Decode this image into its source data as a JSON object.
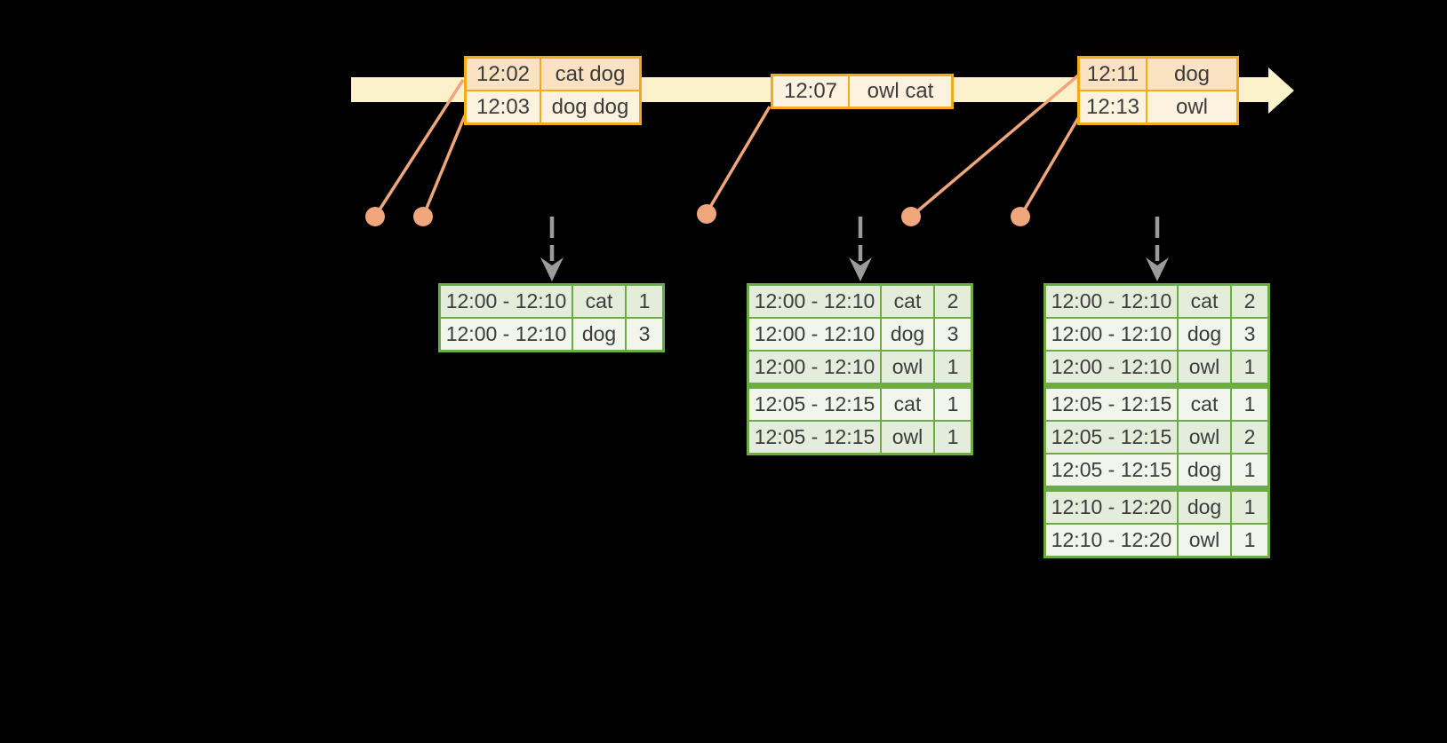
{
  "colors": {
    "background": "#000000",
    "timeline_fill": "#FBF1CB",
    "event_border": "#F2AC1A",
    "event_row_dark": "#FAE2C3",
    "event_row_light": "#FDF2DF",
    "connector": "#EFA67B",
    "trigger_gray": "#9B9B9B",
    "result_border": "#6DAC45",
    "result_row_dark": "#E4EDDC",
    "result_row_light": "#F1F5EC",
    "table_text": "#3C3C3C"
  },
  "event_tables": [
    {
      "rows": [
        [
          "12:02",
          "cat dog"
        ],
        [
          "12:03",
          "dog dog"
        ]
      ]
    },
    {
      "rows": [
        [
          "12:07",
          "owl cat"
        ]
      ]
    },
    {
      "rows": [
        [
          "12:11",
          "dog"
        ],
        [
          "12:13",
          "owl"
        ]
      ]
    }
  ],
  "result_tables": [
    {
      "rows": [
        [
          "12:00 - 12:10",
          "cat",
          "1"
        ],
        [
          "12:00 - 12:10",
          "dog",
          "3"
        ]
      ],
      "group_breaks": []
    },
    {
      "rows": [
        [
          "12:00 - 12:10",
          "cat",
          "2"
        ],
        [
          "12:00 - 12:10",
          "dog",
          "3"
        ],
        [
          "12:00 - 12:10",
          "owl",
          "1"
        ],
        [
          "12:05 - 12:15",
          "cat",
          "1"
        ],
        [
          "12:05 - 12:15",
          "owl",
          "1"
        ]
      ],
      "group_breaks": [
        3
      ]
    },
    {
      "rows": [
        [
          "12:00 - 12:10",
          "cat",
          "2"
        ],
        [
          "12:00 - 12:10",
          "dog",
          "3"
        ],
        [
          "12:00 - 12:10",
          "owl",
          "1"
        ],
        [
          "12:05 - 12:15",
          "cat",
          "1"
        ],
        [
          "12:05 - 12:15",
          "owl",
          "2"
        ],
        [
          "12:05 - 12:15",
          "dog",
          "1"
        ],
        [
          "12:10 - 12:20",
          "dog",
          "1"
        ],
        [
          "12:10 - 12:20",
          "owl",
          "1"
        ]
      ],
      "group_breaks": [
        3,
        6
      ]
    }
  ]
}
